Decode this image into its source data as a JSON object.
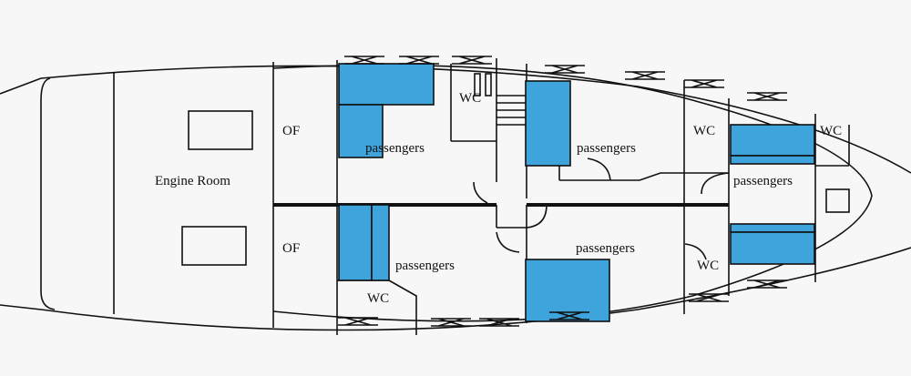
{
  "title": "Boat deck plan",
  "colors": {
    "seating": "#3fa3dc",
    "lines": "#111111",
    "background": "#f7f7f7"
  },
  "rooms": {
    "engine_room": "Engine Room",
    "of_upper": "OF",
    "of_lower": "OF",
    "passengers_aft_upper": "passengers",
    "passengers_mid_upper": "passengers",
    "passengers_bow": "passengers",
    "passengers_aft_lower": "passengers",
    "passengers_mid_lower": "passengers",
    "wc_stairs": "WC",
    "wc_fwd_upper": "WC",
    "wc_bow_upper": "WC",
    "wc_fwd_lower": "WC",
    "wc_aft_lower": "WC"
  }
}
